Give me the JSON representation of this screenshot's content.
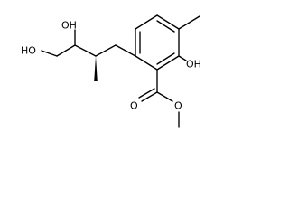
{
  "molecule": {
    "labels": {
      "hydroxyl_upper": "OH",
      "hydroxyl_terminal": "HO",
      "phenol": "OH",
      "ester_carbonyl": "O",
      "ester_ether": "O"
    },
    "stereo": {
      "c4_methyl": "bold-wedge"
    }
  },
  "colors": {
    "bonds": "#000000",
    "labels": "#000000",
    "background": "#ffffff"
  }
}
